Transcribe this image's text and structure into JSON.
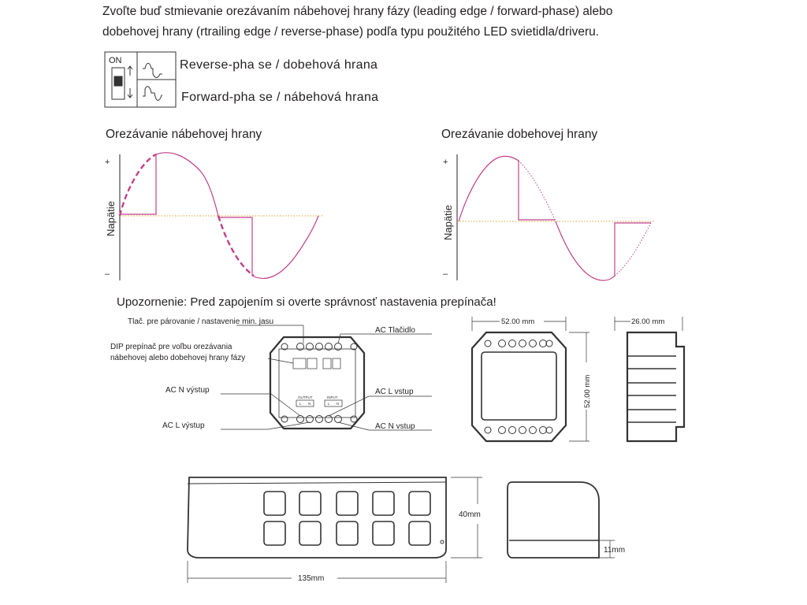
{
  "intro": {
    "line1": "Zvoľte buď stmievanie orezávaním nábehovej hrany fázy (leading edge / forward-phase) alebo",
    "line2": "dobehovej hrany (rtrailing edge / reverse-phase) podľa typu použitého LED svietidla/driveru."
  },
  "dip_switch": {
    "on_label": "ON",
    "reverse_label": "Reverse-pha se  / dobehová hrana",
    "forward_label": "Forward-pha se  / nábehová hrana"
  },
  "waveforms": {
    "left_title": "Orezávanie nábehovej hrany",
    "right_title": "Orezávanie dobehovej hrany",
    "axis_label": "Napätie",
    "plus": "+",
    "minus": "–"
  },
  "warning": "Upozornenie: Pred zapojením si overte správnosť nastavenia prepínača!",
  "module_labels": {
    "pair_button": "Tlač. pre párovanie / nastavenie min. jasu",
    "dip_line1": "DIP prepínač pre voľbu orezávania",
    "dip_line2": "nábehovej alebo dobehovej hrany fázy",
    "ac_n_out": "AC  N  výstup",
    "ac_l_out": "AC  L  výstup",
    "ac_button": "AC Tlačidlo",
    "ac_l_in": "AC  L  vstup",
    "ac_n_in": "AC  N  vstup",
    "output": "OUTPUT",
    "input": "INPUT",
    "term_n": "N",
    "term_l": "L"
  },
  "dimensions": {
    "front_width": "52.00 mm",
    "front_height": "52.00 mm",
    "side_depth": "26.00 mm",
    "remote_length": "135mm",
    "remote_height": "40mm",
    "remote_depth": "11mm"
  },
  "colors": {
    "wave": "#c0428a",
    "zero_line": "#e0a030",
    "stroke": "#333333"
  }
}
